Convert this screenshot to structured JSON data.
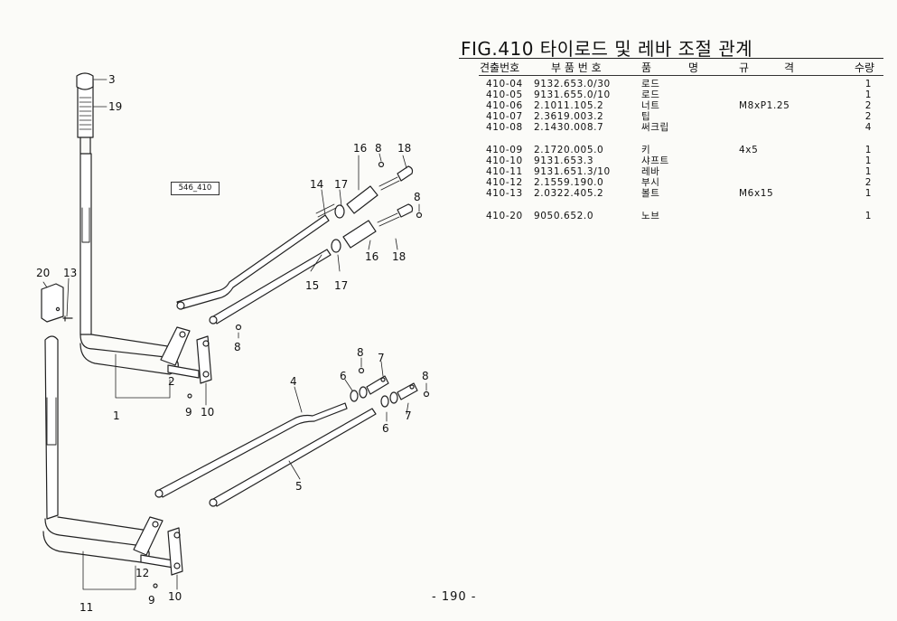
{
  "document": {
    "title": "FIG.410 타이로드 및 레바 조절 관계",
    "fig_code": "546_410",
    "page_number": "- 190 -"
  },
  "table": {
    "headers": [
      "견출번호",
      "부 품 번 호",
      "품",
      "명",
      "규",
      "격",
      "수량"
    ],
    "rows": [
      {
        "ref": "410-04",
        "part": "9132.653.0/30",
        "name": "로드",
        "spec": "",
        "qty": "1"
      },
      {
        "ref": "410-05",
        "part": "9131.655.0/10",
        "name": "로드",
        "spec": "",
        "qty": "1"
      },
      {
        "ref": "410-06",
        "part": "2.1011.105.2",
        "name": "너트",
        "spec": "M8xP1.25",
        "qty": "2"
      },
      {
        "ref": "410-07",
        "part": "2.3619.003.2",
        "name": "팁",
        "spec": "",
        "qty": "2"
      },
      {
        "ref": "410-08",
        "part": "2.1430.008.7",
        "name": "써크립",
        "spec": "",
        "qty": "4"
      },
      {
        "ref": "410-09",
        "part": "2.1720.005.0",
        "name": "키",
        "spec": "4x5",
        "qty": "1"
      },
      {
        "ref": "410-10",
        "part": "9131.653.3",
        "name": "샤프트",
        "spec": "",
        "qty": "1"
      },
      {
        "ref": "410-11",
        "part": "9131.651.3/10",
        "name": "레바",
        "spec": "",
        "qty": "1"
      },
      {
        "ref": "410-12",
        "part": "2.1559.190.0",
        "name": "부시",
        "spec": "",
        "qty": "2"
      },
      {
        "ref": "410-13",
        "part": "2.0322.405.2",
        "name": "볼트",
        "spec": "M6x15",
        "qty": "1"
      },
      {
        "ref": "410-20",
        "part": "9050.652.0",
        "name": "노브",
        "spec": "",
        "qty": "1"
      }
    ]
  },
  "callouts": [
    "3",
    "19",
    "16",
    "8",
    "18",
    "14",
    "17",
    "8",
    "20",
    "13",
    "16",
    "18",
    "15",
    "17",
    "8",
    "1",
    "2",
    "9",
    "10",
    "8",
    "7",
    "6",
    "4",
    "8",
    "6",
    "7",
    "5",
    "12",
    "11",
    "9",
    "10"
  ]
}
